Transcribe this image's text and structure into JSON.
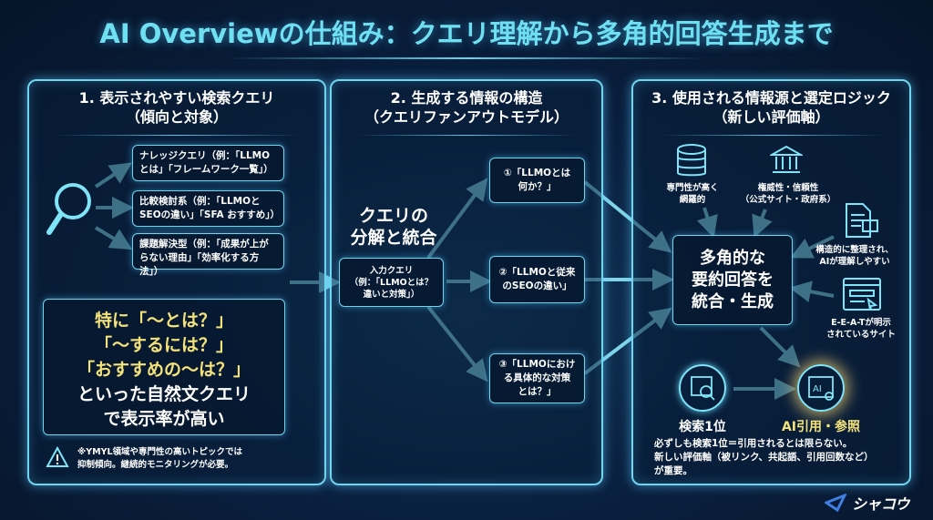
{
  "title": "AI Overviewの仕組み：クエリ理解から多角的回答生成まで",
  "panel1": {
    "heading": [
      "1. 表示されやすい検索クエリ",
      "（傾向と対象）"
    ],
    "items": [
      "ナレッジクエリ（例：「LLMOとは」「フレームワーク一覧」）",
      "比較検討系（例：「LLMOとSEOの違い」「SFA おすすめ」）",
      "課題解決型（例：「成果が上がらない理由」「効率化する方法」）"
    ],
    "highlight": [
      "特に「〜とは？」",
      "「〜するには？」",
      "「おすすめの〜は？」",
      "といった自然文クエリ",
      "で表示率が高い"
    ],
    "warning": [
      "※YMYL領域や専門性の高いトピックでは",
      "抑制傾向。継続的モニタリングが必要。"
    ]
  },
  "panel2": {
    "heading": [
      "2. 生成する情報の構造",
      "（クエリファンアウトモデル）"
    ],
    "center_label": [
      "クエリの",
      "分解と統合"
    ],
    "input": [
      "入力クエリ",
      "（例：「LLMOとは？",
      "違いと対策」）"
    ],
    "subqueries": [
      [
        "①「LLMOとは",
        "何か？」"
      ],
      [
        "②「LLMOと従来",
        "のSEOの違い」"
      ],
      [
        "③「LLMOにおけ",
        "る具体的な対策",
        "とは？」"
      ]
    ]
  },
  "panel3": {
    "heading": [
      "3. 使用される情報源と選定ロジック",
      "（新しい評価軸）"
    ],
    "sources": [
      [
        "専門性が高く",
        "網羅的"
      ],
      [
        "権威性・信頼性",
        "（公式サイト・政府系）"
      ],
      [
        "構造的に整理され、",
        "AIが理解しやすい"
      ],
      [
        "E-E-A-Tが明示",
        "されているサイト"
      ]
    ],
    "center": [
      "多角的な",
      "要約回答を",
      "統合・生成"
    ],
    "rank_label": "検索1位",
    "ai_label": "AI引用・参照",
    "note": [
      "必ずしも検索1位＝引用されるとは限らない。",
      "新しい評価軸（被リンク、共起語、引用回数など）",
      "が重要。"
    ]
  },
  "logo": "シャコウ",
  "colors": {
    "accent": "#6fe0f2",
    "highlight": "#f4e27a"
  }
}
